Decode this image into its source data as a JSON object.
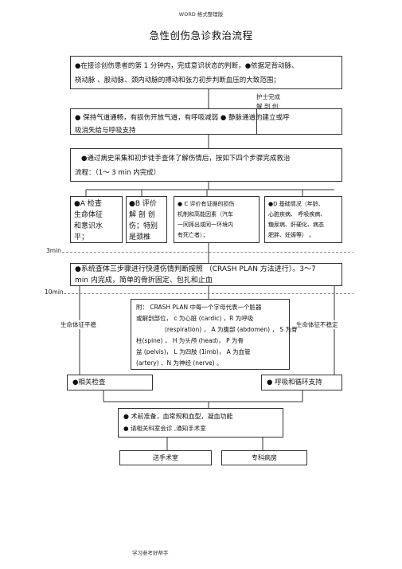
{
  "header": {
    "watermark": "WORD 格式整理版",
    "title": "急性创伤急诊救治流程",
    "footer": "学习参考好帮手"
  },
  "box1": {
    "line1": "●在接诊创伤患者的第 1 分钟内，完成意识状态的判断，●依据足背动脉、",
    "line2": "桡动脉  、股动脉、颈内动脉的搏动和张力初步判断血压的大致范围；"
  },
  "note_nurse": {
    "line1": "护士完成",
    "line2": "解  剖  创"
  },
  "box2": {
    "line1": "●  保持气道通畅，有损伤开放气道，有呼吸减弱  ●  静脉通道的建立或呼",
    "line2": "吸消失给与呼吸支持"
  },
  "box3": {
    "line1": "●通过病史采集和初步徒手查体了解伤情后，按如下四个步骤完成救治",
    "line2": "流程：（1～ 3 min 内完成）"
  },
  "box_a": {
    "line1": "●A 检查",
    "line2": "生命体征",
    "line3": "和意识水",
    "line4": "平；"
  },
  "box_b": {
    "line1": "●B 评价",
    "line2": "解  剖  创",
    "line3": "伤；特别",
    "line4": "是颈椎"
  },
  "box_c": {
    "line1": "●  C 评价有证据的损伤",
    "line2": "机制和高能因素（汽车",
    "line3": "一同摔出或同一环境内",
    "line4": "有死亡者）；"
  },
  "box_d": {
    "line1": "●D  基础情况（年龄、",
    "line2": "心脏疾病、  呼吸疾病、",
    "line3": "糖尿病、肝硬化、病态",
    "line4": "肥胖、妊娠等）  。"
  },
  "markers": {
    "m3": "3min",
    "m10": "10min",
    "dot1": ".",
    "dot2": "."
  },
  "box4": {
    "line1": "●系统查体三步骤进行快速伤情判断按照  （CRASH PLAN 方法进行）。3～7",
    "line2": "min 内完成，简单的骨折固定、包扎和止血"
  },
  "side_labels": {
    "stable": "生命体征平稳",
    "unstable": "生命体征不稳定"
  },
  "crash_note": {
    "line1": "附：  CRASH PLAN 中每一个字母代表一个脏器",
    "line2": "或解剖部位，  c 为心脏 (cardic)    ，R 为呼吸",
    "line3": "(respiration)     ，  A 为腹部 (abdomen)  ，  S 为脊",
    "line4": "柱(spine)  ，  H 为头颅 (head)，  P 为骨",
    "line5": "盆 (pelvis)，  L 为四肢 (1imb)，  A 为血管",
    "line6": "(artery)    、N 为神经 (nerve)  。"
  },
  "box_related": {
    "label": "●相关检查"
  },
  "box_support": {
    "label": "●  呼吸和循环支持"
  },
  "box_surgery": {
    "line1": "●   术前准备，血常规和血型，凝血功能",
    "line2": "●    请相关科室会诊    ,通知手术室"
  },
  "box_or": {
    "label": "送手术室"
  },
  "box_ward": {
    "label": "专科病房"
  }
}
